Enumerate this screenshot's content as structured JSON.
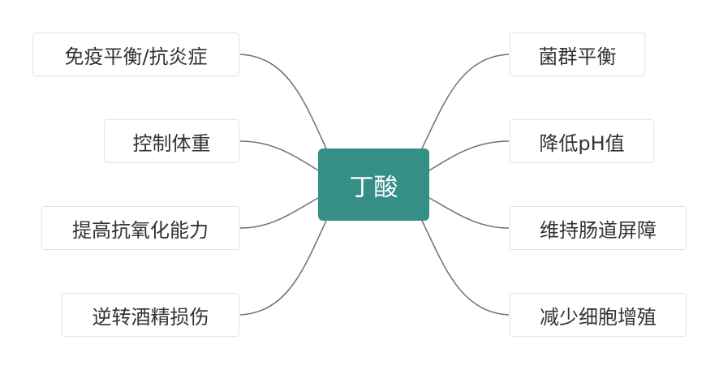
{
  "root": {
    "label": "丁酸",
    "color": "#358F87"
  },
  "branches_left": [
    {
      "label": "免疫平衡/抗炎症"
    },
    {
      "label": "控制体重"
    },
    {
      "label": "提高抗氧化能力"
    },
    {
      "label": "逆转酒精损伤"
    }
  ],
  "branches_right": [
    {
      "label": "菌群平衡"
    },
    {
      "label": "降低pH值"
    },
    {
      "label": "维持肠道屏障"
    },
    {
      "label": "减少细胞增殖"
    }
  ],
  "connector_color": "#707070"
}
